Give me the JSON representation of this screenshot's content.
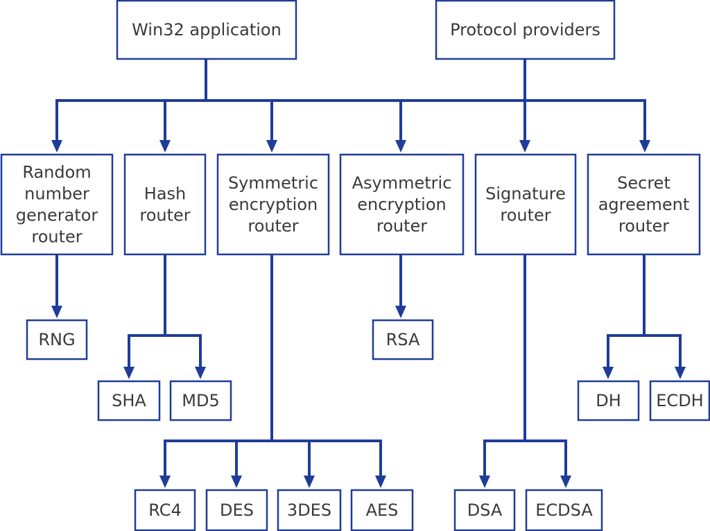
{
  "colors": {
    "line": "#1f3c99",
    "text": "#3a3a3a",
    "box_fill": "#ffffff"
  },
  "nodes": {
    "win32": [
      "Win32 application"
    ],
    "protocol": [
      "Protocol providers"
    ],
    "rng_router": [
      "Random",
      "number",
      "generator",
      "router"
    ],
    "hash_router": [
      "Hash",
      "router"
    ],
    "sym_router": [
      "Symmetric",
      "encryption",
      "router"
    ],
    "asym_router": [
      "Asymmetric",
      "encryption",
      "router"
    ],
    "sig_router": [
      "Signature",
      "router"
    ],
    "secret_router": [
      "Secret",
      "agreement",
      "router"
    ],
    "rng": [
      "RNG"
    ],
    "sha": [
      "SHA"
    ],
    "md5": [
      "MD5"
    ],
    "rsa": [
      "RSA"
    ],
    "dh": [
      "DH"
    ],
    "ecdh": [
      "ECDH"
    ],
    "rc4": [
      "RC4"
    ],
    "des": [
      "DES"
    ],
    "3des": [
      "3DES"
    ],
    "aes": [
      "AES"
    ],
    "dsa": [
      "DSA"
    ],
    "ecdsa": [
      "ECDSA"
    ]
  }
}
